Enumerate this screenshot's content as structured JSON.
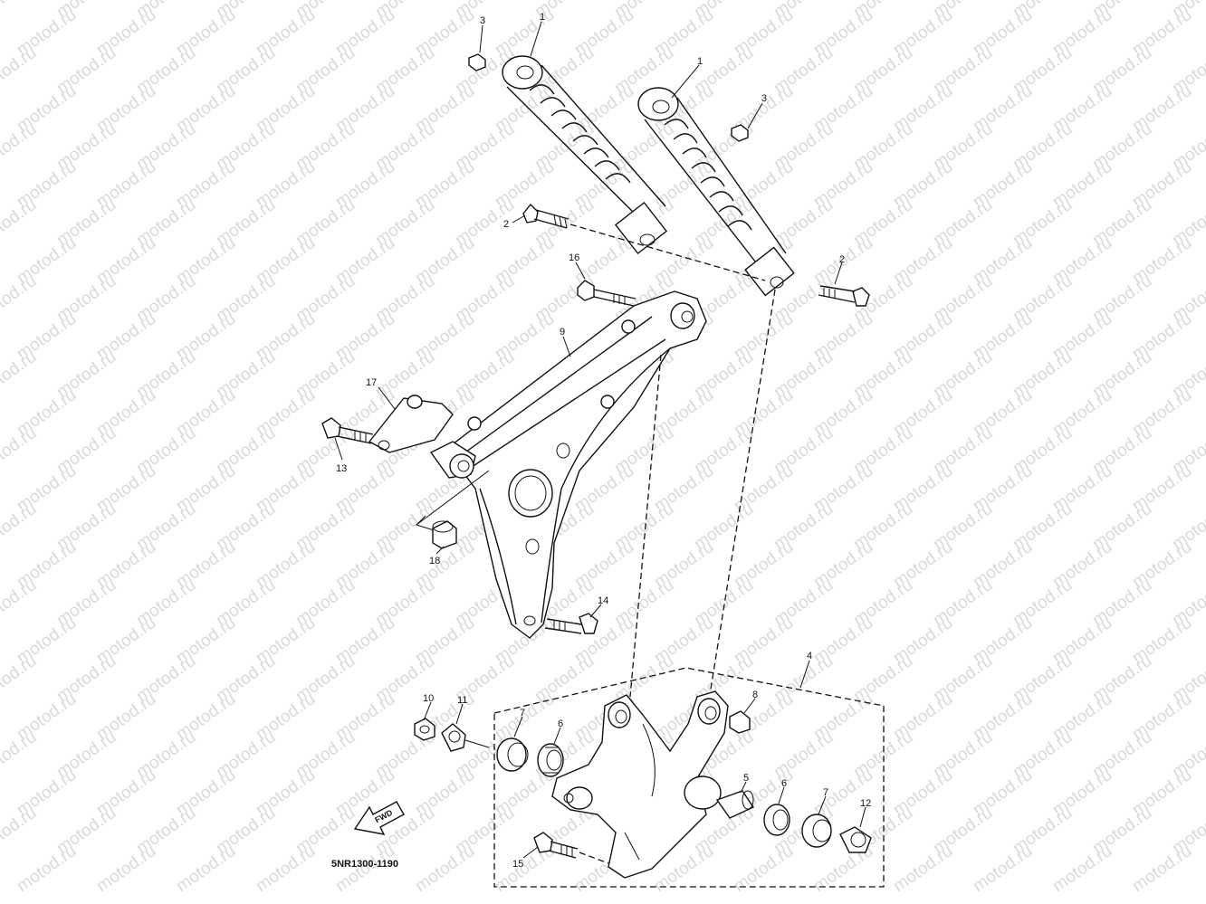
{
  "watermark": {
    "text": "motod.ru"
  },
  "drawing_code": "5NR1300-1190",
  "fwd_label": "FWD",
  "callouts": [
    {
      "id": "c1a",
      "label": "1"
    },
    {
      "id": "c1b",
      "label": "1"
    },
    {
      "id": "c3a",
      "label": "3"
    },
    {
      "id": "c3b",
      "label": "3"
    },
    {
      "id": "c2a",
      "label": "2"
    },
    {
      "id": "c2b",
      "label": "2"
    },
    {
      "id": "c16",
      "label": "16"
    },
    {
      "id": "c9",
      "label": "9"
    },
    {
      "id": "c17",
      "label": "17"
    },
    {
      "id": "c13",
      "label": "13"
    },
    {
      "id": "c18",
      "label": "18"
    },
    {
      "id": "c14",
      "label": "14"
    },
    {
      "id": "c4",
      "label": "4"
    },
    {
      "id": "c8",
      "label": "8"
    },
    {
      "id": "c10",
      "label": "10"
    },
    {
      "id": "c11",
      "label": "11"
    },
    {
      "id": "c7a",
      "label": "7"
    },
    {
      "id": "c6a",
      "label": "6"
    },
    {
      "id": "c5",
      "label": "5"
    },
    {
      "id": "c6b",
      "label": "6"
    },
    {
      "id": "c7b",
      "label": "7"
    },
    {
      "id": "c12",
      "label": "12"
    },
    {
      "id": "c15",
      "label": "15"
    }
  ]
}
